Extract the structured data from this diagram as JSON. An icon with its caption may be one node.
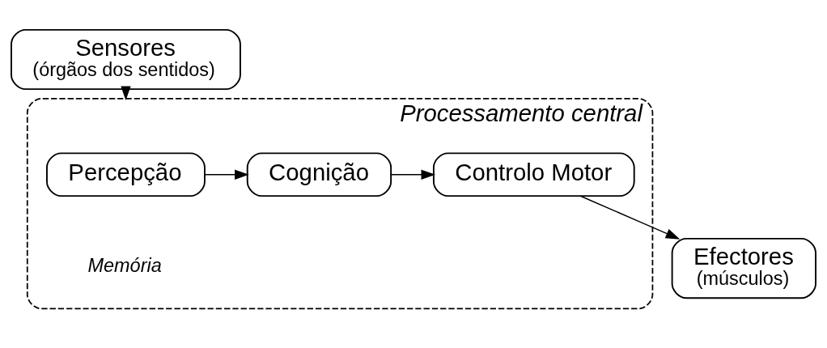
{
  "diagram": {
    "nodes": [
      {
        "text": [
          "Sensores",
          "(órgãos dos sentidos)"
        ]
      },
      {
        "text": [
          "Processamento central"
        ]
      },
      {
        "text": [
          "Percepção"
        ],
        "in": 1
      },
      {
        "text": [
          "Cognição"
        ],
        "in": 1
      },
      {
        "text": [
          "Controlo Motor"
        ],
        "in": 1
      },
      {
        "text": [
          "Efectores",
          "(músculos)"
        ]
      }
    ],
    "edges": [
      {
        "from": 0,
        "to": 1,
        "arrow": "to"
      },
      {
        "from": 2,
        "to": 3,
        "arrow": "to"
      },
      {
        "from": 3,
        "to": 4,
        "arrow": "to"
      },
      {
        "from": 4,
        "to": 5,
        "arrow": "to"
      }
    ],
    "labels": [
      "Memória"
    ]
  }
}
